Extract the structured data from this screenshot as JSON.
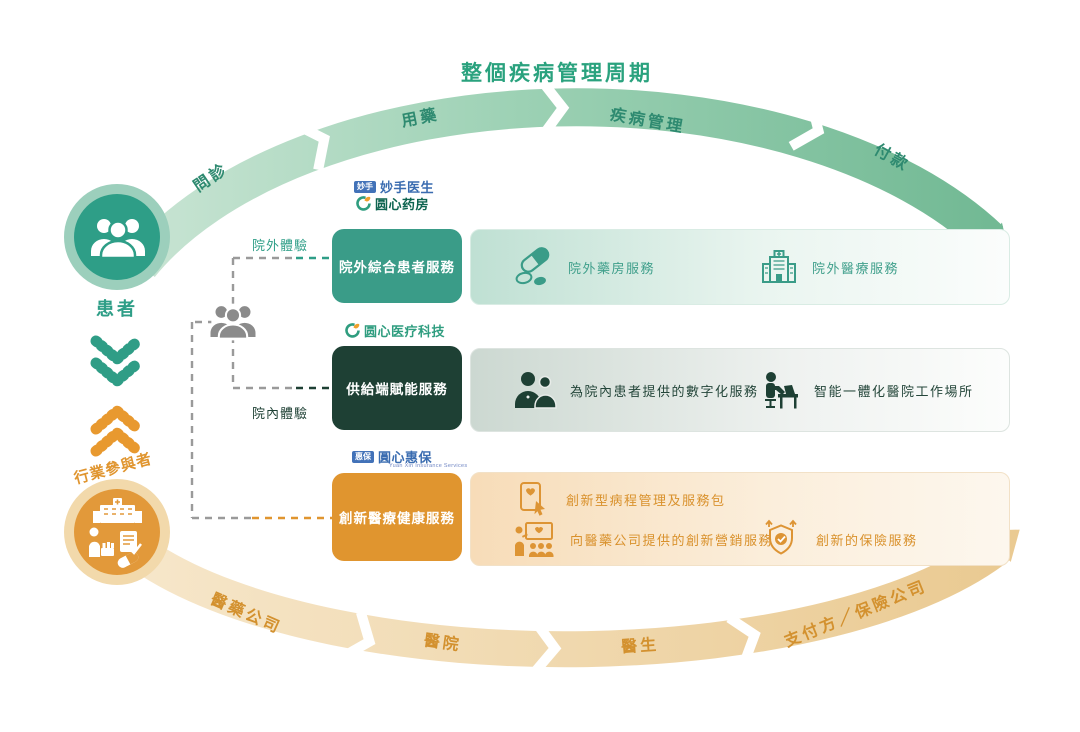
{
  "title": "整個疾病管理周期",
  "top_arc": {
    "stages": [
      "問診",
      "用藥",
      "疾病管理",
      "付款"
    ]
  },
  "bottom_arc": {
    "stages": [
      "醫藥公司",
      "醫院",
      "醫生",
      "支付方／保險公司"
    ]
  },
  "left_rail": {
    "patient_label": "患者",
    "patient_icon": "patients-group-icon",
    "industry_label": "行業參與者",
    "industry_icon": "healthcare-providers-icon"
  },
  "experience_labels": {
    "outside": "院外體驗",
    "inside": "院內體驗"
  },
  "groups": [
    {
      "brands": [
        {
          "badge": "妙手",
          "name": "妙手医生"
        },
        {
          "name": "圆心药房"
        }
      ],
      "box_label": "院外綜合患者服務",
      "services": [
        {
          "icon": "capsule-icon",
          "label": "院外藥房服務"
        },
        {
          "icon": "hospital-icon",
          "label": "院外醫療服務"
        }
      ]
    },
    {
      "brands": [
        {
          "name": "圆心医疗科技"
        }
      ],
      "box_label": "供給端賦能服務",
      "services": [
        {
          "icon": "medical-team-icon",
          "label": "為院內患者提供的數字化服務"
        },
        {
          "icon": "workstation-icon",
          "label": "智能一體化醫院工作場所"
        }
      ]
    },
    {
      "brands": [
        {
          "badge": "惠保",
          "name": "圓心惠保",
          "subtitle": "Yuan Xin Insurance Services"
        }
      ],
      "box_label": "創新醫療健康服務",
      "services": [
        {
          "icon": "tablet-care-icon",
          "label": "創新型病程管理及服務包"
        },
        {
          "icon": "marketing-icon",
          "label": "向醫藥公司提供的創新營銷服務"
        },
        {
          "icon": "insurance-shield-icon",
          "label": "創新的保險服務"
        }
      ]
    }
  ],
  "colors": {
    "title_green": "#2aa27e",
    "teal_box": "#3a9c88",
    "dark_green_box": "#1e4034",
    "orange_box": "#e0952f",
    "teal_text": "#3f9f8b",
    "dark_text": "#24463a",
    "orange_text": "#dd9434",
    "top_arc_fill": "#9cd1b4",
    "bottom_arc_fill": "#eed5a6"
  }
}
